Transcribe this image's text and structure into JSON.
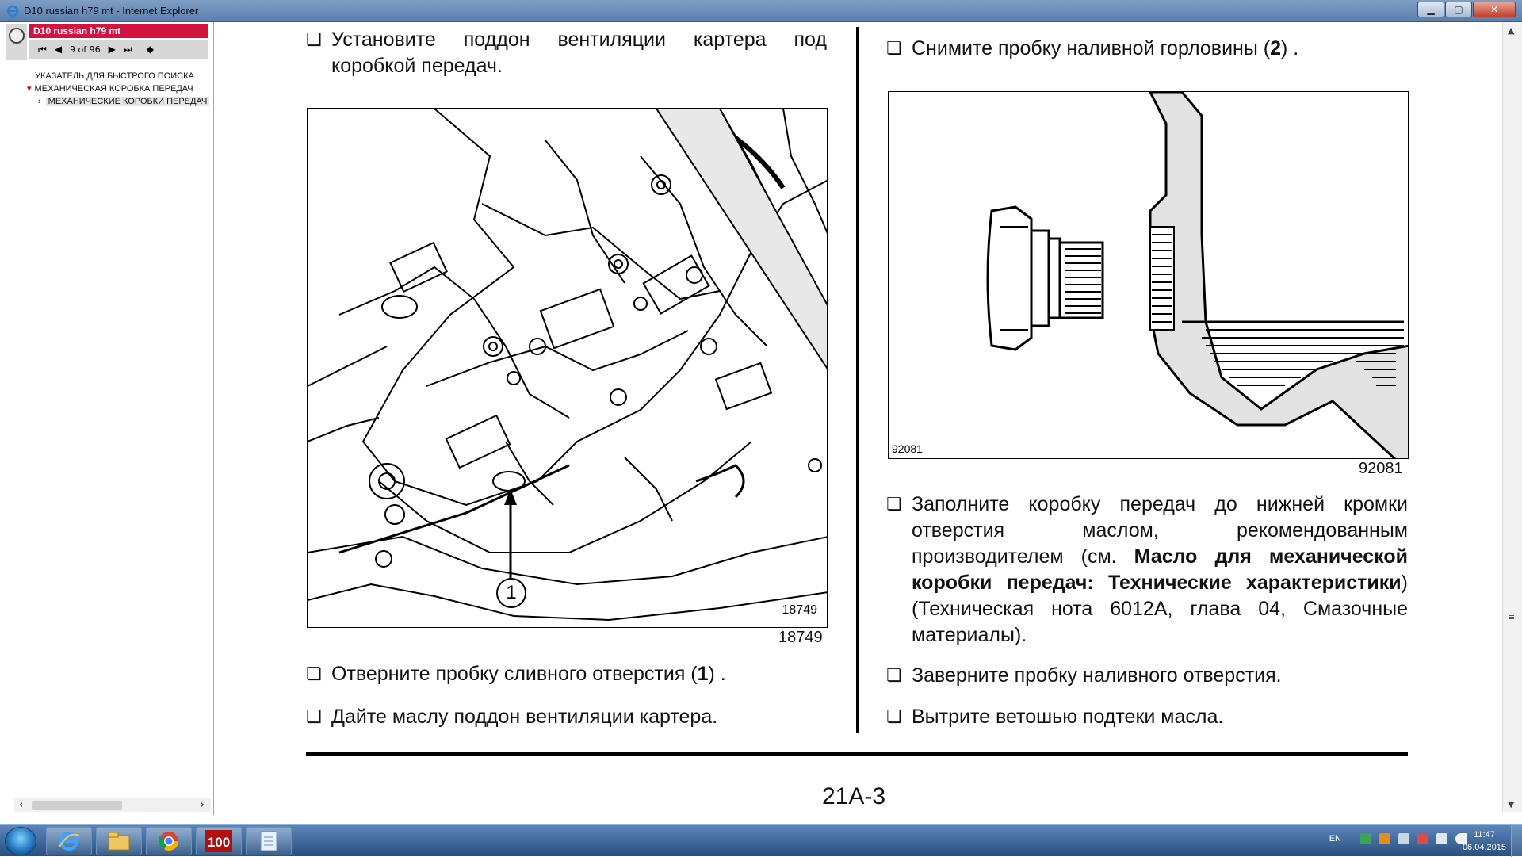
{
  "window": {
    "title": "D10 russian h79 mt - Internet Explorer"
  },
  "viewer": {
    "doc_title": "D10 russian h79 mt",
    "page_indicator": "9 of 96"
  },
  "toc": {
    "item1": "УКАЗАТЕЛЬ ДЛЯ БЫСТРОГО ПОИСКА",
    "item2": "МЕХАНИЧЕСКАЯ КОРОБКА ПЕРЕДАЧ",
    "item3": "МЕХАНИЧЕСКИЕ КОРОБКИ ПЕРЕДАЧ"
  },
  "left_column": {
    "step1": "Установите поддон вентиляции картера под коробкой передач.",
    "figure_inner_label": "18749",
    "figure_caption": "18749",
    "callout": "1",
    "step2_a": "Отверните пробку сливного отверстия (",
    "step2_b": "1",
    "step2_c": ") .",
    "step3": "Дайте маслу поддон вентиляции картера."
  },
  "right_column": {
    "step1_a": "Снимите пробку наливной горловины (",
    "step1_b": "2",
    "step1_c": ") .",
    "figure_inner_label": "92081",
    "figure_caption": "92081",
    "step2_a": "Заполните коробку передач до нижней кромки отверстия маслом, рекомендованным производителем (см. ",
    "step2_b": "Масло для механической коробки передач: Технические характеристики",
    "step2_c": ") (Техническая нота 6012А, глава 04, Смазочные материалы).",
    "step3": "Заверните пробку наливного отверстия.",
    "step4": "Вытрите ветошью подтеки масла."
  },
  "page_number": "21A-3",
  "bullet_glyph": "❏",
  "taskbar": {
    "lang": "EN",
    "time": "11:47",
    "date": "06.04.2015"
  },
  "icons": [
    "windows-start-icon",
    "internet-explorer-icon",
    "file-explorer-icon",
    "chrome-icon",
    "app-100-icon",
    "notepad-icon"
  ]
}
